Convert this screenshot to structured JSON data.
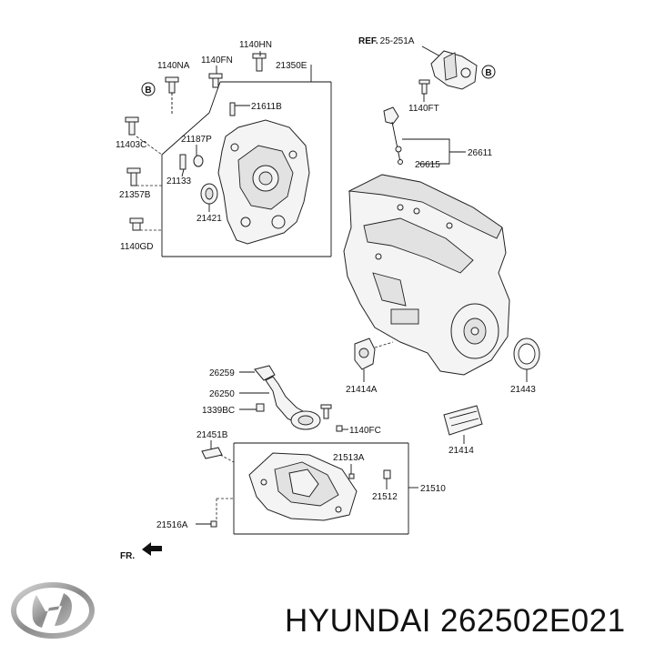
{
  "callouts": {
    "c_1140HN": "1140HN",
    "c_1140NA": "1140NA",
    "c_1140FN": "1140FN",
    "c_21350E": "21350E",
    "c_21611B": "21611B",
    "c_11403C": "11403C",
    "c_21187P": "21187P",
    "c_21133": "21133",
    "c_21357B": "21357B",
    "c_21421": "21421",
    "c_1140GD": "1140GD",
    "c_ref": "REF.",
    "c_ref_num": "25-251A",
    "c_1140FT": "1140FT",
    "c_26611": "26611",
    "c_26615": "26615",
    "c_26259": "26259",
    "c_26250": "26250",
    "c_1339BC": "1339BC",
    "c_1140FC": "1140FC",
    "c_21414A": "21414A",
    "c_21443": "21443",
    "c_21414": "21414",
    "c_21451B": "21451B",
    "c_21513A": "21513A",
    "c_21512": "21512",
    "c_21510": "21510",
    "c_21516A": "21516A",
    "c_fr": "FR."
  },
  "markers": {
    "b_left": "B",
    "b_right": "B"
  },
  "brand": {
    "name": "HYUNDAI",
    "part_number": "262502E021"
  }
}
